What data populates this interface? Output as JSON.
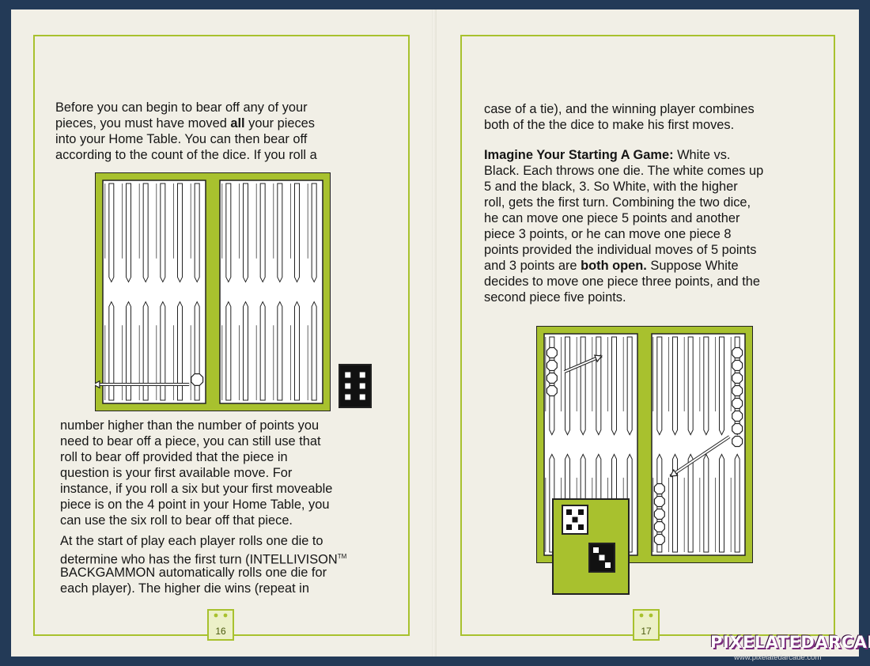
{
  "left_page": {
    "paragraph1": [
      "Before you can begin to bear off any of your",
      [
        "pieces, you must have moved ",
        "all",
        " your pieces"
      ],
      "into your Home Table. You can then bear off",
      "according to the count of the dice. If you roll a"
    ],
    "paragraph1_cont": [
      "number higher than the number of points you",
      "need to bear off a piece, you can still use that",
      "roll to bear off provided that the piece in",
      "question is your first available move. For",
      "instance, if you roll a six but your first moveable",
      "piece is on the 4 point in your Home Table, you",
      "can use the six roll to bear off that piece."
    ],
    "paragraph2": [
      "At the start of play each player rolls one die to",
      "determine who has the first turn (INTELLIVISON",
      "BACKGAMMON automatically rolls one die for",
      "each player). The higher die wins (repeat in"
    ],
    "trademark": "TM",
    "page_number": "16"
  },
  "right_page": {
    "paragraph1": [
      "case of a tie), and the winning player combines",
      "both of the the dice to make his first moves."
    ],
    "paragraph2": [
      [
        "Imagine Your Starting A Game:",
        " White vs."
      ],
      "Black. Each throws one die. The white comes up",
      "5 and the black, 3. So White, with the higher",
      "roll, gets the first turn. Combining the two dice,",
      "he can move one piece 5 points and another",
      "piece 3 points, or he can move one piece 8",
      "points provided the individual moves of 5 points",
      [
        "and 3 points are ",
        "both open.",
        " Suppose White"
      ],
      "decides to move one piece three points, and the",
      "second piece five points."
    ],
    "page_number": "17"
  },
  "dice_values": {
    "left_page_die": 6,
    "right_white_die": 5,
    "right_black_die": 3
  },
  "colors": {
    "accent_green": "#a8c12e",
    "paper": "#f1efe6",
    "binding": "#233a57"
  },
  "watermark": {
    "brand": "PIXELATEDARCADE",
    "url": "www.pixelatedarcade.com"
  }
}
